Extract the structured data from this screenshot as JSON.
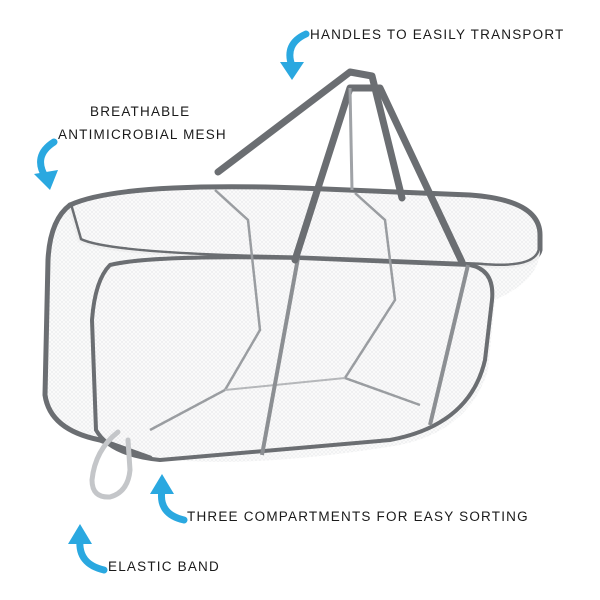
{
  "callouts": {
    "handles": "HANDLES TO EASILY TRANSPORT",
    "mesh_line1": "BREATHABLE",
    "mesh_line2": "ANTIMICROBIAL MESH",
    "compartments": "THREE COMPARTMENTS FOR EASY SORTING",
    "elastic": "ELASTIC BAND"
  },
  "colors": {
    "arrow": "#2aa8e0",
    "trim": "#6b6e72",
    "mesh": "#f4f5f6",
    "text": "#1a1a1a"
  },
  "icons": {
    "callout_arrow": "curved-arrow-icon"
  }
}
